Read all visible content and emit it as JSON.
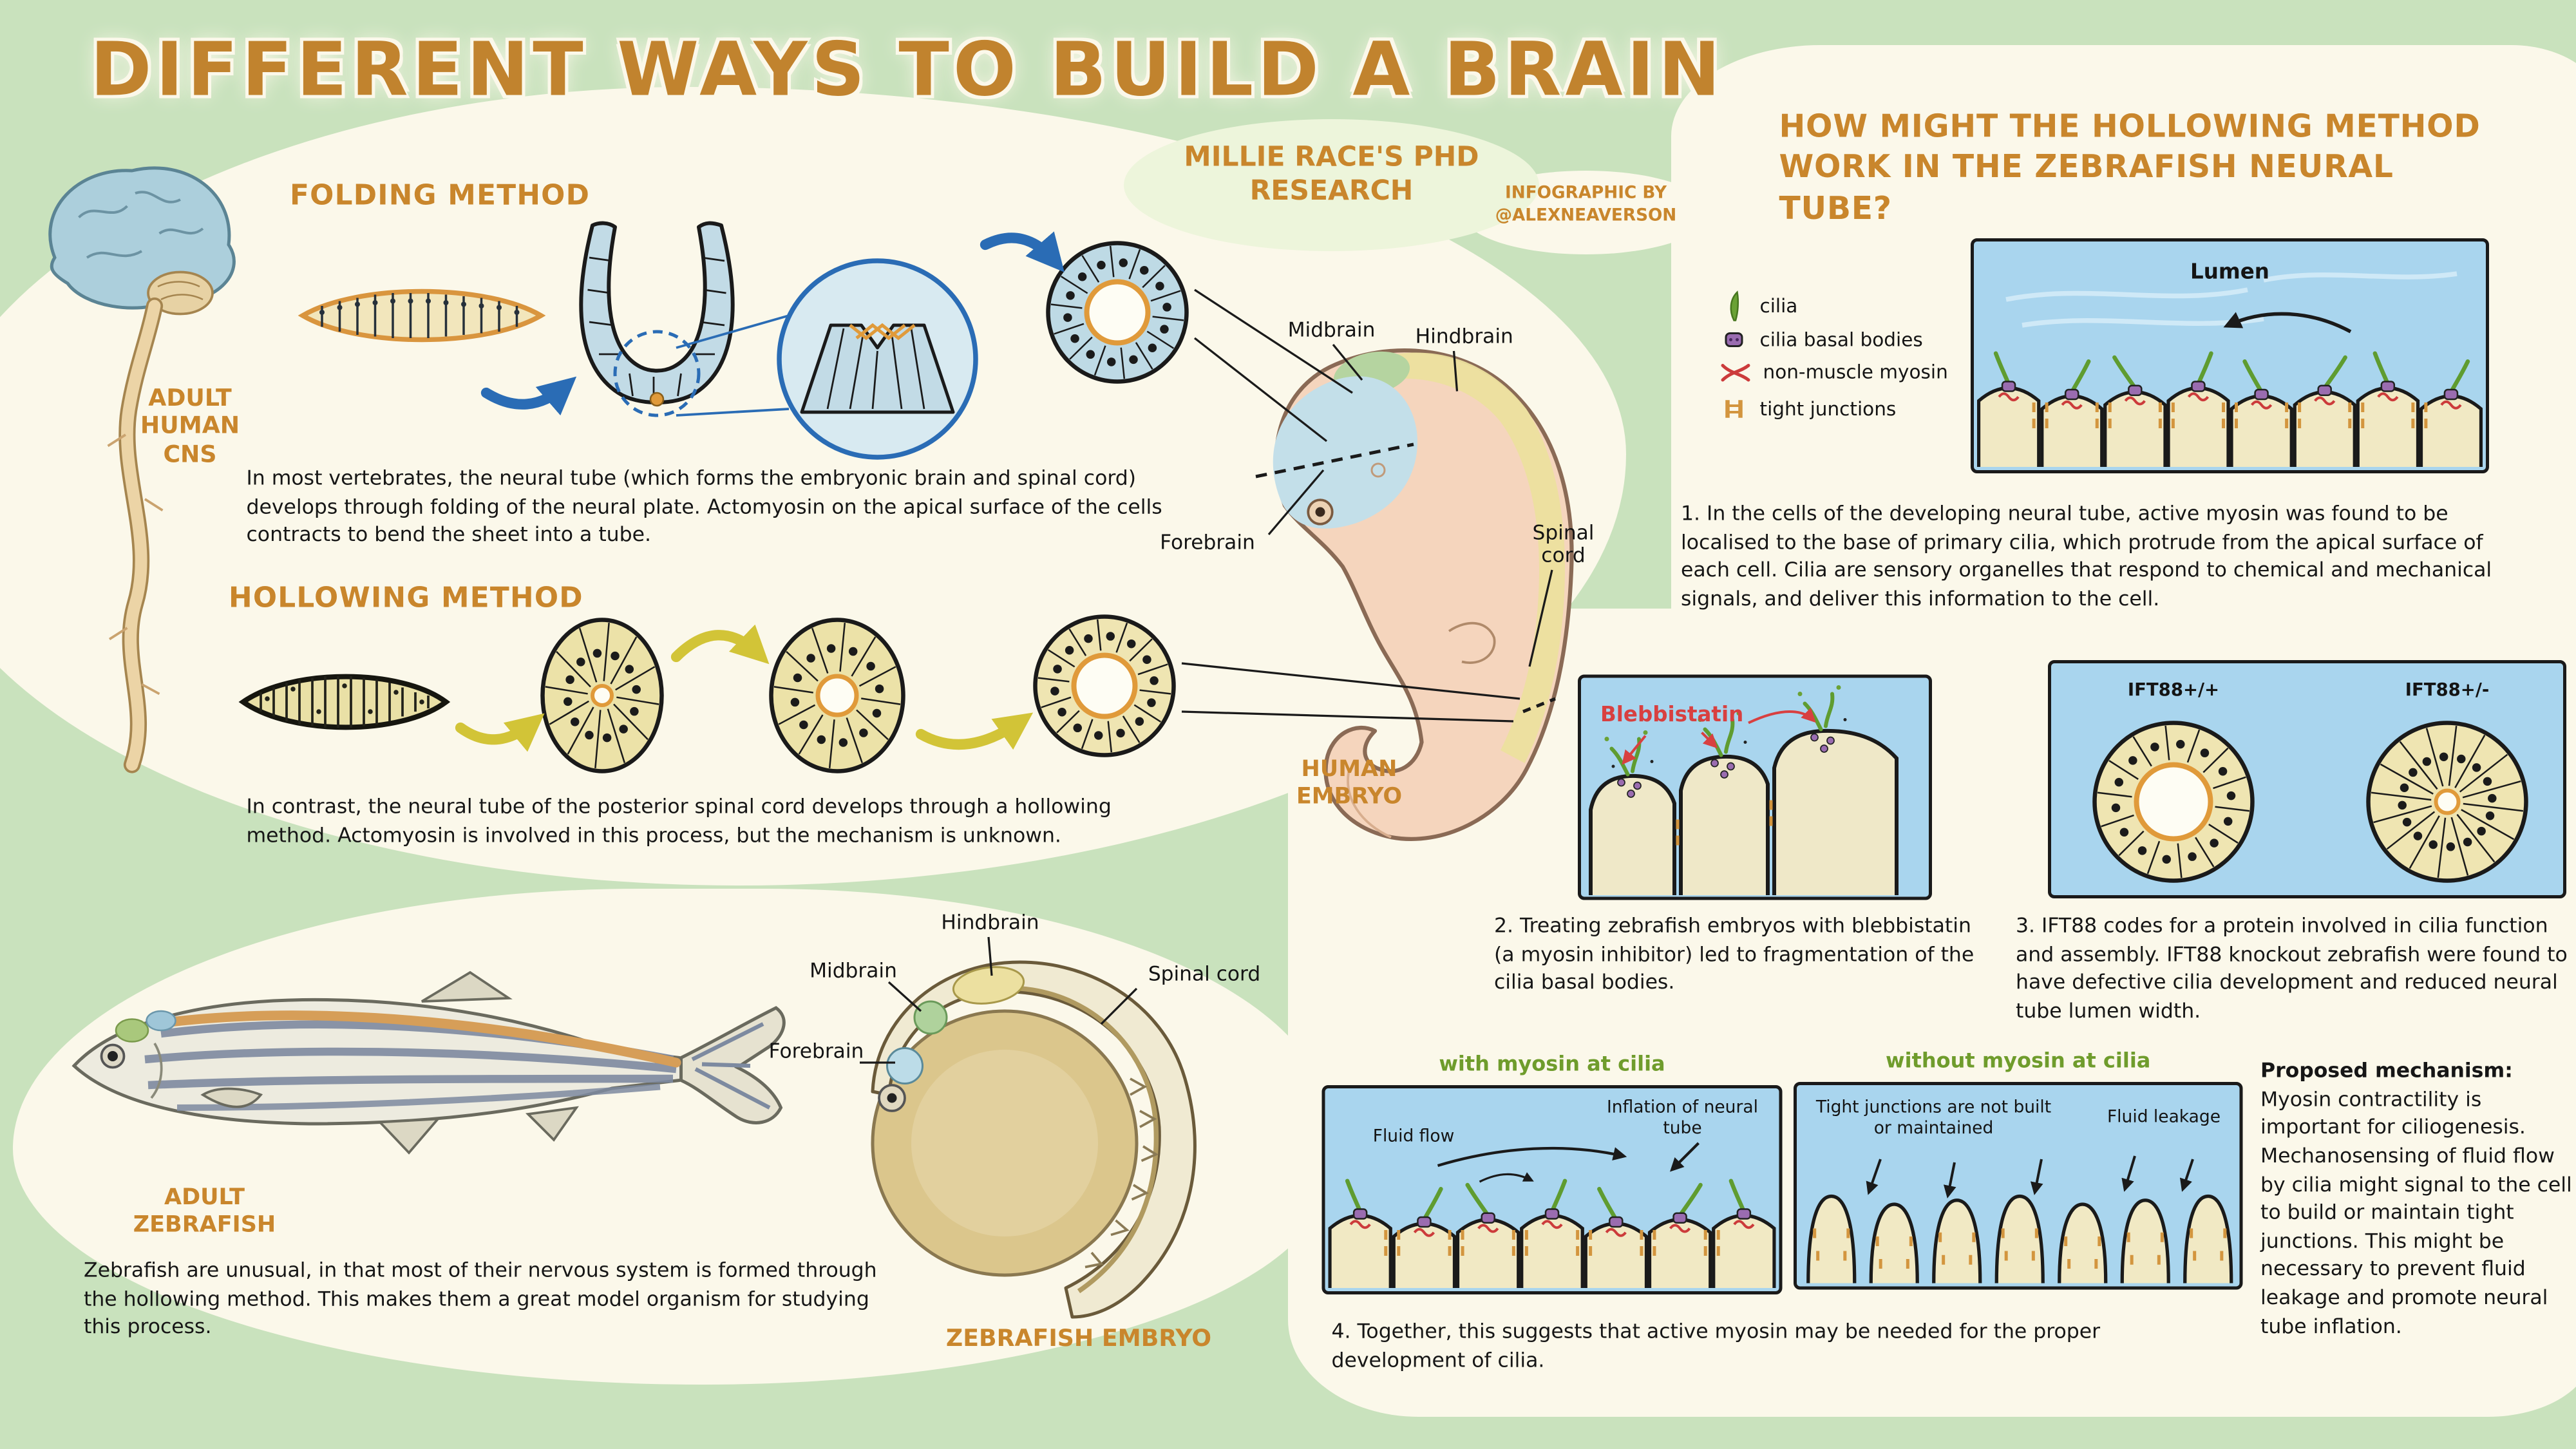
{
  "colors": {
    "background_green": "#c9e2bd",
    "blob_cream": "#fbf8ea",
    "heading_orange": "#c9862c",
    "panel_blue": "#a9d5ee",
    "cell_cream": "#f1e9c4",
    "cilia_green": "#5f9c30",
    "basal_body_purple": "#9a6cb0",
    "myosin_red": "#cc3b3b",
    "tight_junction_orange": "#d3953e",
    "arrow_blue": "#2a6cb5",
    "arrow_yellow": "#d2c437",
    "green_heading": "#6f9c2c"
  },
  "title": "DIFFERENT WAYS TO BUILD A BRAIN",
  "credits": {
    "research": "MILLIE RACE'S PHD RESEARCH",
    "infographic": "INFOGRAPHIC BY @ALEXNEAVERSON"
  },
  "left": {
    "cns_label": "ADULT HUMAN CNS",
    "folding_heading": "FOLDING METHOD",
    "folding_body": "In most vertebrates, the neural tube (which forms the embryonic brain and spinal cord) develops through folding of the neural plate. Actomyosin on the apical surface of the cells contracts to bend the sheet into a tube.",
    "hollowing_heading": "HOLLOWING METHOD",
    "hollowing_body": "In contrast, the neural tube of the posterior spinal cord develops through a hollowing method. Actomyosin is involved in this process, but the mechanism is unknown."
  },
  "human_embryo": {
    "midbrain": "Midbrain",
    "hindbrain": "Hindbrain",
    "forebrain": "Forebrain",
    "spinal_cord": "Spinal cord",
    "caption": "HUMAN EMBRYO"
  },
  "zebrafish": {
    "adult_caption": "ADULT ZEBRAFISH",
    "body": "Zebrafish are unusual, in that most of their nervous system is formed through the hollowing method. This makes them a great model organism for studying this process.",
    "embryo_caption": "ZEBRAFISH EMBRYO",
    "hindbrain": "Hindbrain",
    "midbrain": "Midbrain",
    "forebrain": "Forebrain",
    "spinal_cord": "Spinal cord"
  },
  "right": {
    "heading": "HOW MIGHT THE HOLLOWING METHOD WORK IN THE ZEBRAFISH NEURAL TUBE?",
    "legend": [
      {
        "label": "cilia"
      },
      {
        "label": "cilia basal bodies"
      },
      {
        "label": "non-muscle myosin"
      },
      {
        "label": "tight junctions"
      }
    ],
    "lumen_label": "Lumen",
    "step1": "1. In the cells of the developing neural tube, active myosin was found to be localised to the base of primary cilia, which protrude from the apical surface of each cell. Cilia are sensory organelles that respond to chemical and mechanical signals, and deliver this information to the cell.",
    "blebbistatin_label": "Blebbistatin",
    "step2": "2. Treating zebrafish embryos with blebbistatin (a myosin inhibitor) led to fragmentation of the cilia basal bodies.",
    "ift_wt": "IFT88+/+",
    "ift_ko": "IFT88+/-",
    "step3": "3. IFT88 codes for a protein involved in cilia function and assembly. IFT88 knockout zebrafish were found to have defective cilia development and reduced neural tube lumen width.",
    "with_heading": "with myosin at cilia",
    "without_heading": "without myosin at cilia",
    "fluid_flow": "Fluid flow",
    "inflation": "Inflation of neural tube",
    "tight_junctions_note": "Tight junctions are not built or maintained",
    "fluid_leakage": "Fluid leakage",
    "step4": "4. Together, this suggests that active myosin may be needed for the proper development of cilia.",
    "proposed_heading": "Proposed mechanism:",
    "proposed_body": "Myosin contractility is important for ciliogenesis. Mechanosensing of fluid flow by cilia might signal to the cell to build or maintain tight junctions. This might be necessary to prevent fluid leakage and promote neural tube inflation."
  }
}
